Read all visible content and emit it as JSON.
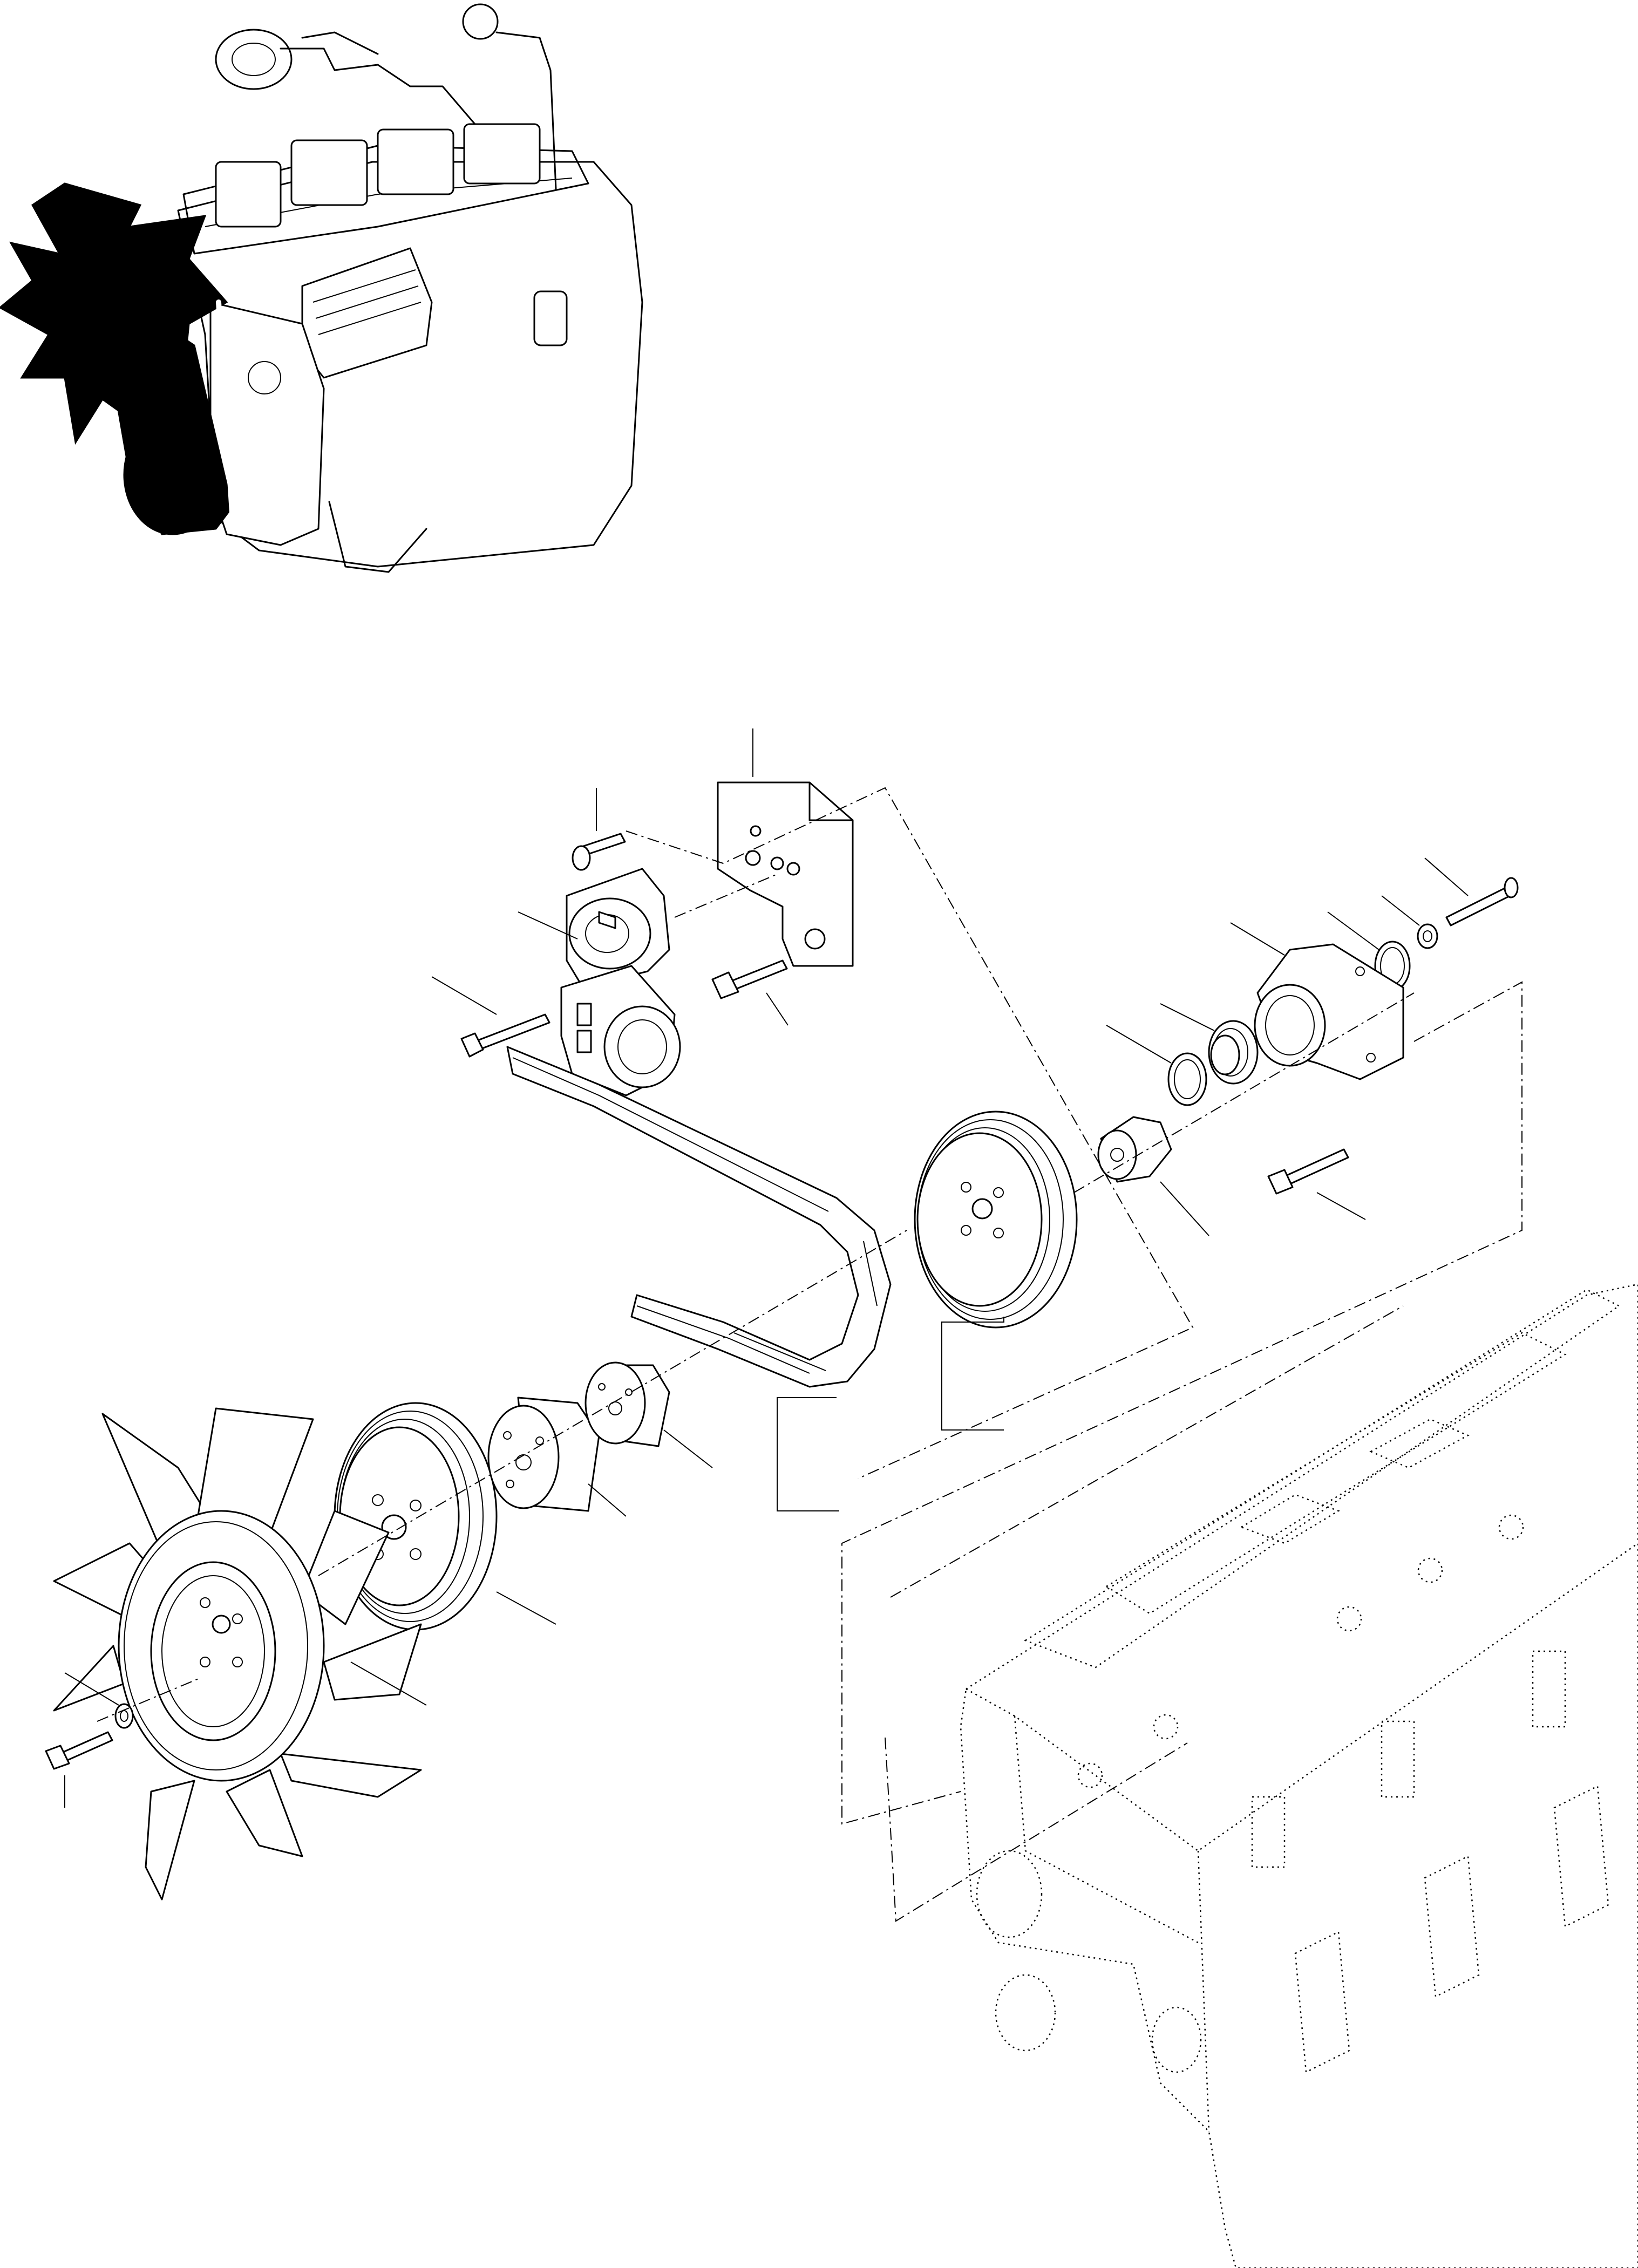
{
  "figure": {
    "callouts": [],
    "parts": [
      "engine-overview-icon",
      "tensioner-bracket-plate",
      "tensioner-screw",
      "belt-tensioner",
      "tensioner-long-bolt",
      "tensioner-short-bolt",
      "poly-v-belt",
      "water-pump-pulley",
      "hub-bolt",
      "washer",
      "snap-ring",
      "fan-hub-support",
      "bearing",
      "circlip",
      "hub-adapter",
      "support-bolt",
      "fan-pulley",
      "spacer-thin",
      "spacer-thick",
      "cooling-fan",
      "fan-bolt",
      "fan-washer",
      "cylinder-block"
    ]
  }
}
